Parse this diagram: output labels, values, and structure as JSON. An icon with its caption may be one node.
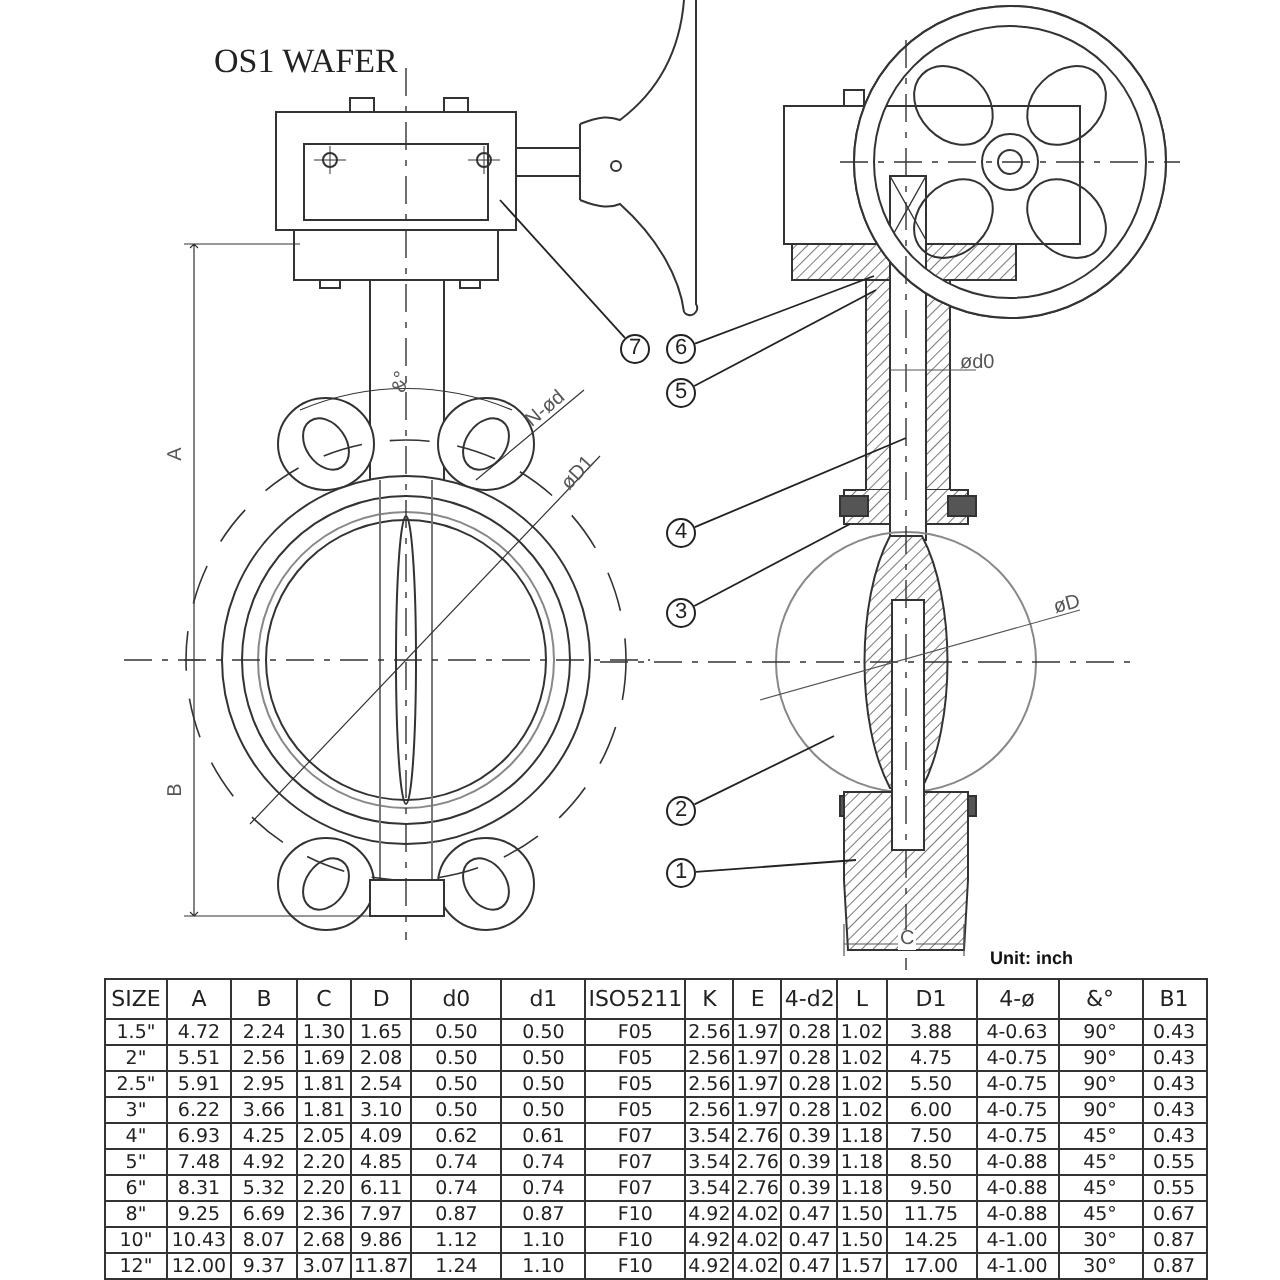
{
  "diagram": {
    "title": "OS1 WAFER",
    "nodes": [
      {
        "text": [
          "7"
        ]
      },
      {
        "text": [
          "6"
        ]
      },
      {
        "text": [
          "5"
        ]
      },
      {
        "text": [
          "4"
        ]
      },
      {
        "text": [
          "3"
        ]
      },
      {
        "text": [
          "2"
        ]
      },
      {
        "text": [
          "1"
        ]
      }
    ],
    "edges": [
      {
        "from": 0,
        "to": null,
        "arrow": "none"
      },
      {
        "from": 1,
        "to": null,
        "arrow": "none"
      },
      {
        "from": 2,
        "to": null,
        "arrow": "none"
      },
      {
        "from": 3,
        "to": null,
        "arrow": "none"
      },
      {
        "from": 4,
        "to": null,
        "arrow": "none"
      },
      {
        "from": 5,
        "to": null,
        "arrow": "none"
      },
      {
        "from": 6,
        "to": null,
        "arrow": "none"
      }
    ],
    "labels": [
      "ød0",
      "&°",
      "N-ød",
      "A",
      "øD1",
      "øD",
      "B",
      "C",
      "Unit: inch",
      "SIZE",
      "A",
      "B",
      "C",
      "D",
      "d0",
      "d1",
      "ISO5211",
      "K",
      "E",
      "4-d2",
      "L",
      "D1",
      "4-ø",
      "&°",
      "B1",
      "1.5\"",
      "4.72",
      "2.24",
      "1.30",
      "1.65",
      "0.50",
      "0.50",
      "F05",
      "2.56",
      "1.97",
      "0.28",
      "1.02",
      "3.88",
      "4-0.63",
      "90°",
      "0.43",
      "2\"",
      "5.51",
      "2.56",
      "1.69",
      "2.08",
      "0.50",
      "0.50",
      "F05",
      "2.56",
      "1.97",
      "0.28",
      "1.02",
      "4.75",
      "4-0.75",
      "90°",
      "0.43",
      "2.5\"",
      "5.91",
      "2.95",
      "1.81",
      "2.54",
      "0.50",
      "0.50",
      "F05",
      "2.56",
      "1.97",
      "0.28",
      "1.02",
      "5.50",
      "4-0.75",
      "90°",
      "0.43",
      "3\"",
      "6.22",
      "3.66",
      "1.81",
      "3.10",
      "0.50",
      "0.50",
      "F05",
      "2.56",
      "1.97",
      "0.28",
      "1.02",
      "6.00",
      "4-0.75",
      "90°",
      "0.43",
      "4\"",
      "6.93",
      "4.25",
      "2.05",
      "4.09",
      "0.62",
      "0.61",
      "F07",
      "3.54",
      "2.76",
      "0.39",
      "1.18",
      "7.50",
      "4-0.75",
      "45°",
      "0.43",
      "5\"",
      "7.48",
      "4.92",
      "2.20",
      "4.85",
      "0.74",
      "0.74",
      "F07",
      "3.54",
      "2.76",
      "0.39",
      "1.18",
      "8.50",
      "4-0.88",
      "45°",
      "0.55",
      "6\"",
      "8.31",
      "5.32",
      "2.20",
      "6.11",
      "0.74",
      "0.74",
      "F07",
      "3.54",
      "2.76",
      "0.39",
      "1.18",
      "9.50",
      "4-0.88",
      "45°",
      "0.55",
      "8\"",
      "9.25",
      "6.69",
      "2.36",
      "7.97",
      "0.87",
      "0.87",
      "F10",
      "4.92",
      "4.02",
      "0.47",
      "1.50",
      "11.75",
      "4-0.88",
      "45°",
      "0.67",
      "10\"",
      "10.43",
      "8.07",
      "2.68",
      "9.86",
      "1.12",
      "1.10",
      "F10",
      "4.92",
      "4.02",
      "0.47",
      "1.50",
      "14.25",
      "4-1.00",
      "30°",
      "0.87",
      "12\"",
      "12.00",
      "9.37",
      "3.07",
      "11.87",
      "1.24",
      "1.10",
      "F10",
      "4.92",
      "4.02",
      "0.47",
      "1.57",
      "17.00",
      "4-1.00",
      "30°",
      "0.87"
    ]
  }
}
